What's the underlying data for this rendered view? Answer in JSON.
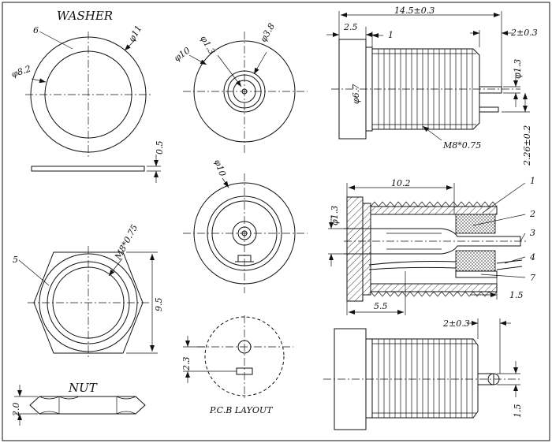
{
  "titles": {
    "washer": "WASHER",
    "nut": "NUT",
    "pcb": "P.C.B  LAYOUT"
  },
  "washer": {
    "callout": "6",
    "outer_dia": "φ11",
    "inner_dia": "φ8.2",
    "thickness": "0.5"
  },
  "nut": {
    "callout": "5",
    "thread": "M8*0.75",
    "across_flats": "9.5",
    "height": "2.0"
  },
  "front_view": {
    "pin_dia": "φ1.3",
    "bore_dia": "φ3.8",
    "flange_dia": "φ10"
  },
  "rear_view": {
    "flange_dia": "φ10"
  },
  "pcb_layout": {
    "offset": "2.3"
  },
  "side_view": {
    "overall_length": "14.5±0.3",
    "flange_width": "2.5",
    "step": "1",
    "pin_extension": "2±0.3",
    "pin_dia": "φ1.3",
    "body_dia": "φ6.7",
    "thread": "M8*0.75",
    "pin_height": "2.26±0.2"
  },
  "section_view": {
    "length": "10.2",
    "pin_dia": "φ1.3",
    "base_length": "5.5",
    "tab_length": "1.5",
    "callouts": [
      "1",
      "2",
      "3",
      "4",
      "7"
    ]
  },
  "bottom_view": {
    "pin_extension": "2±0.3",
    "tab_width": "1.5"
  }
}
